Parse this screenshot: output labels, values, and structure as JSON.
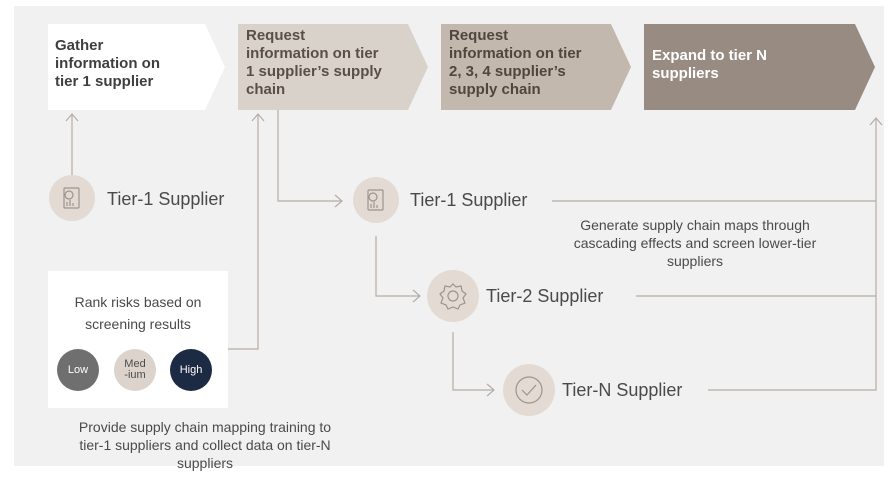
{
  "steps": [
    {
      "label": "Gather information on tier 1 supplier",
      "lines": [
        "Gather",
        "information on",
        "tier 1 supplier"
      ]
    },
    {
      "label": "Request information on tier 1 supplier’s supply chain",
      "lines": [
        "Request",
        "information on tier",
        "1 supplier’s supply",
        "chain"
      ]
    },
    {
      "label": "Request information on tier 2, 3, 4 supplier’s supply chain",
      "lines": [
        "Request",
        "information on tier",
        "2, 3, 4 supplier’s",
        "supply chain"
      ]
    },
    {
      "label": "Expand to tier N suppliers",
      "lines": [
        "Expand to tier N",
        "suppliers"
      ]
    }
  ],
  "nodes": {
    "origin_tier1": {
      "label": "Tier-1 Supplier",
      "icon": "report-chart-icon"
    },
    "tier1": {
      "label": "Tier-1 Supplier",
      "icon": "report-chart-icon"
    },
    "tier2": {
      "label": "Tier-2 Supplier",
      "icon": "gear-icon"
    },
    "tierN": {
      "label": "Tier-N Supplier",
      "icon": "check-badge-icon"
    }
  },
  "rank_box": {
    "title_lines": [
      "Rank risks based on",
      "screening results"
    ],
    "badges": [
      {
        "lines": [
          "Low"
        ],
        "color": "#6f6f6f",
        "text_color": "#ffffff"
      },
      {
        "lines": [
          "Med",
          "-ium"
        ],
        "color": "#dcd3cc",
        "text_color": "#4a4a4a"
      },
      {
        "lines": [
          "High"
        ],
        "color": "#1d2a44",
        "text_color": "#ffffff"
      }
    ]
  },
  "notes": {
    "generate_lines": [
      "Generate supply chain maps through",
      "cascading effects and screen lower-tier",
      "suppliers"
    ],
    "training_lines": [
      "Provide supply chain mapping training to",
      "tier-1 suppliers and collect data on tier-N",
      "suppliers"
    ]
  },
  "colors": {
    "panel_bg": "#f1f1f1",
    "step1_bg": "#ffffff",
    "step2_bg": "#d9d2cb",
    "step3_bg": "#c3b8ae",
    "step4_bg": "#978b82",
    "line": "#b7aca3",
    "icon_circle": "#e2dad3",
    "text_dark": "#4a4a4a"
  }
}
